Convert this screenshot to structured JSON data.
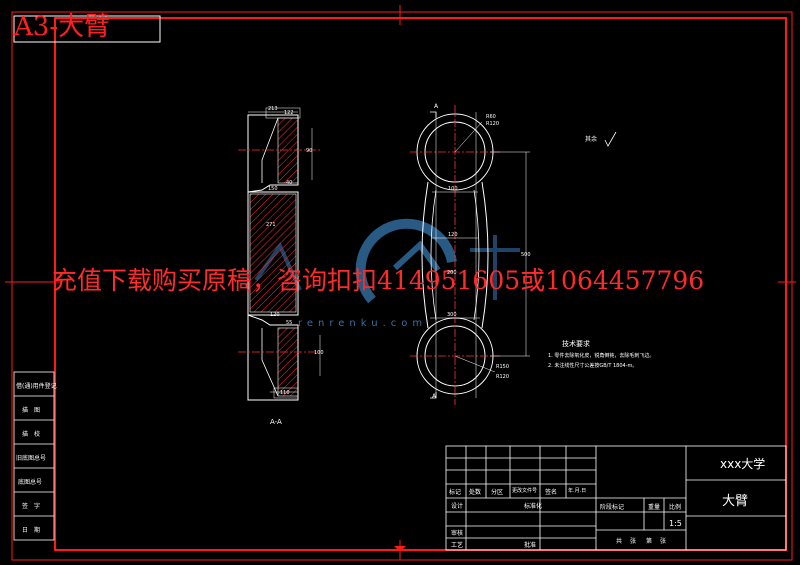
{
  "sheet": {
    "label": "A3-大臂",
    "watermark": "充值下载购买原稿，咨询扣扣414951605或1064457796",
    "site_mark": "renrenku.com"
  },
  "title_block": {
    "university": "xxx大学",
    "part_name": "大臂",
    "scale": "1:5",
    "cells": [
      "标记",
      "处数",
      "分区",
      "更改文件号",
      "签名",
      "年.月.日",
      "设计",
      "标准化",
      "阶段标记",
      "重量",
      "比例",
      "审核",
      "工艺",
      "批准",
      "共",
      "张",
      "第",
      "张"
    ]
  },
  "side_table": [
    "借(通)用件登记",
    "描　图",
    "描　校",
    "旧底图总号",
    "底图总号",
    "签　字",
    "日　期"
  ],
  "views": {
    "section_label": "A-A",
    "section_marker": "A"
  },
  "tech_requirements": {
    "title": "技术要求",
    "lines": [
      "1. 零件去除氧化皮，锐角倒钝，去除毛刺飞边。",
      "2. 未注线性尺寸公差按GB/T 1804-m。"
    ]
  },
  "surface_note": "其余",
  "dimensions": {
    "left_view": [
      "213",
      "122",
      "40",
      "90",
      "271",
      "150",
      "120",
      "100",
      "110",
      "55"
    ],
    "right_view": [
      "R60",
      "R120",
      "100",
      "120",
      "500",
      "R150",
      "R120",
      "200",
      "300"
    ]
  },
  "colors": {
    "frame": "#ff1a1a",
    "line": "#ffffff",
    "hatch": "#ff2b2b",
    "centerline": "#ff3030",
    "watermark_logo": "#2f6a9c"
  }
}
